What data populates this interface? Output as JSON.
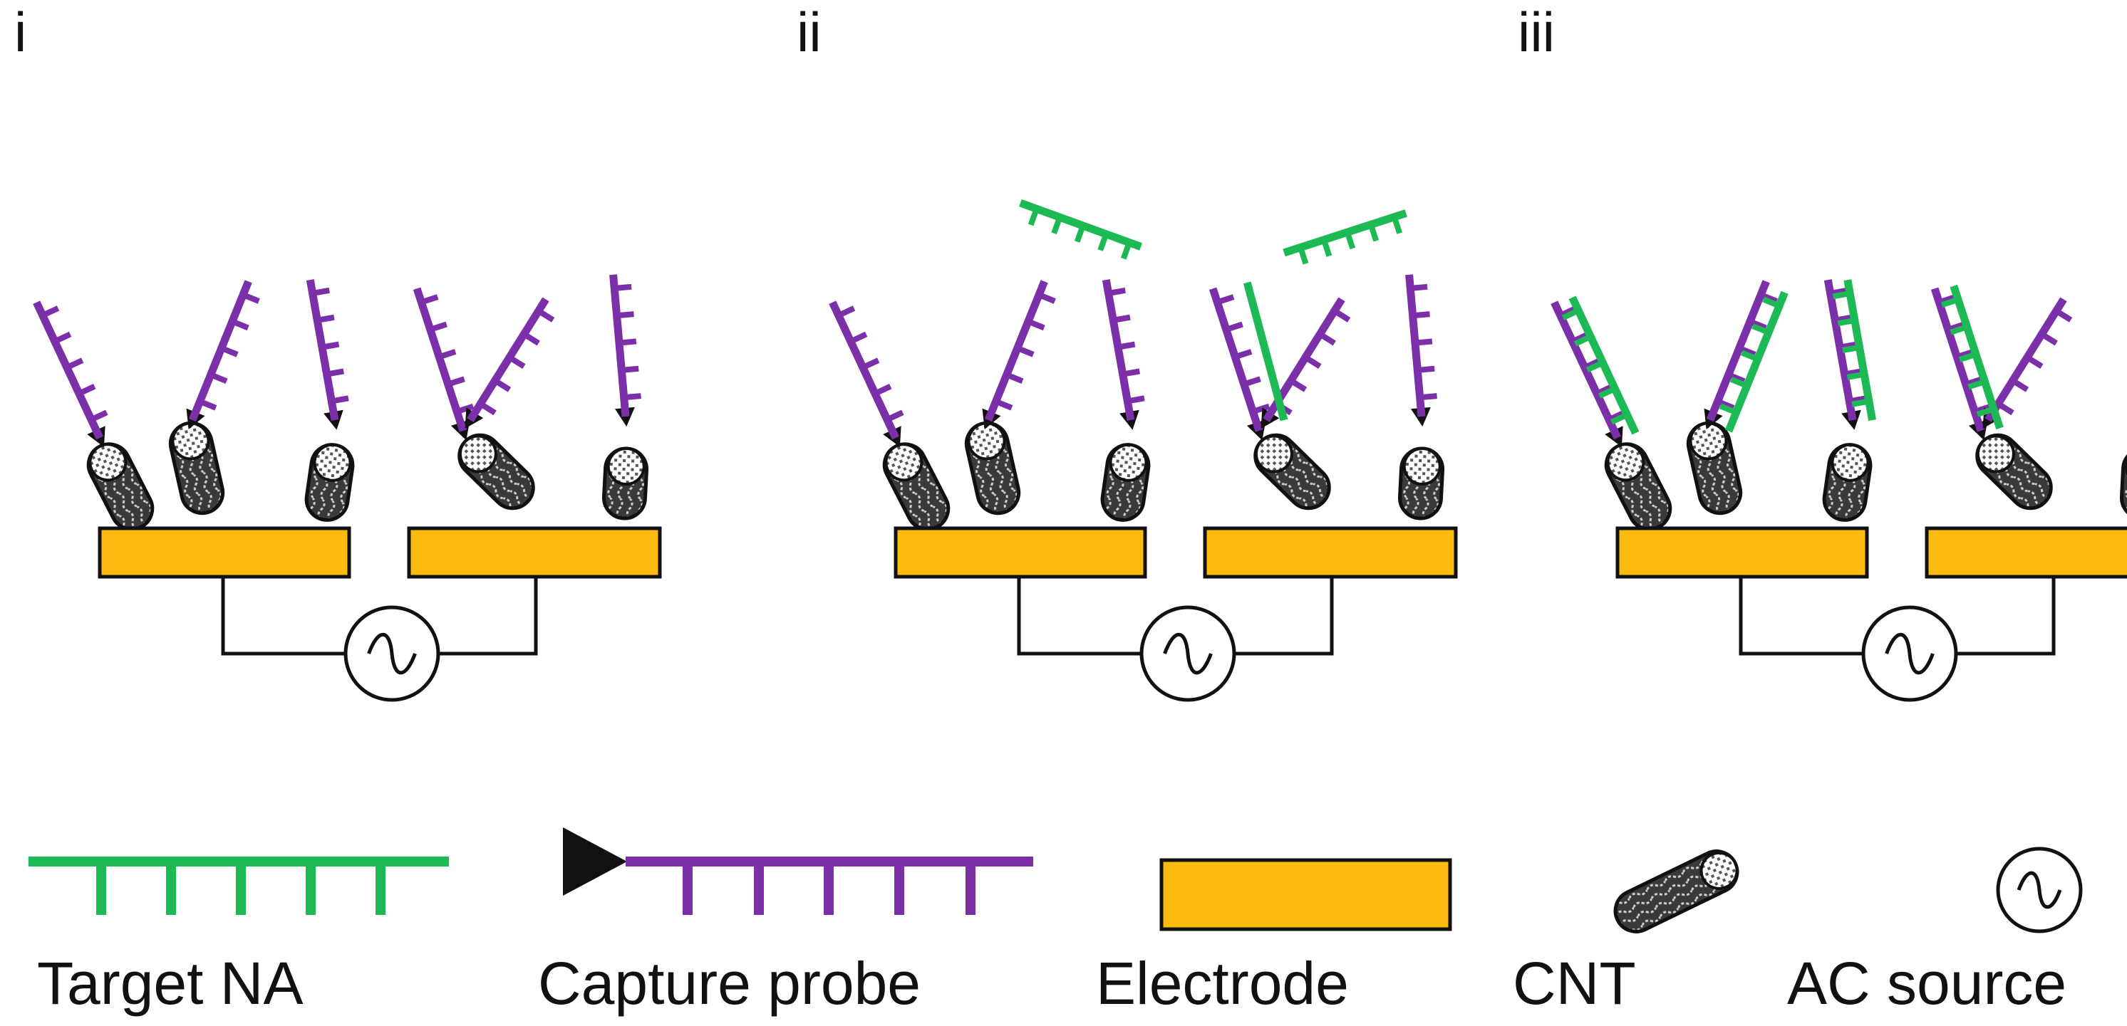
{
  "panels": [
    {
      "label": "i"
    },
    {
      "label": "ii"
    },
    {
      "label": "iii"
    }
  ],
  "legend": {
    "target": "Target NA",
    "probe": "Capture probe",
    "electrode": "Electrode",
    "cnt": "CNT",
    "ac": "AC source"
  },
  "colors": {
    "target": "#1db954",
    "probe": "#7b2fa8",
    "electrode": "#fdbb0f",
    "cnt_body": "#3c3c3c",
    "outline": "#111111"
  }
}
